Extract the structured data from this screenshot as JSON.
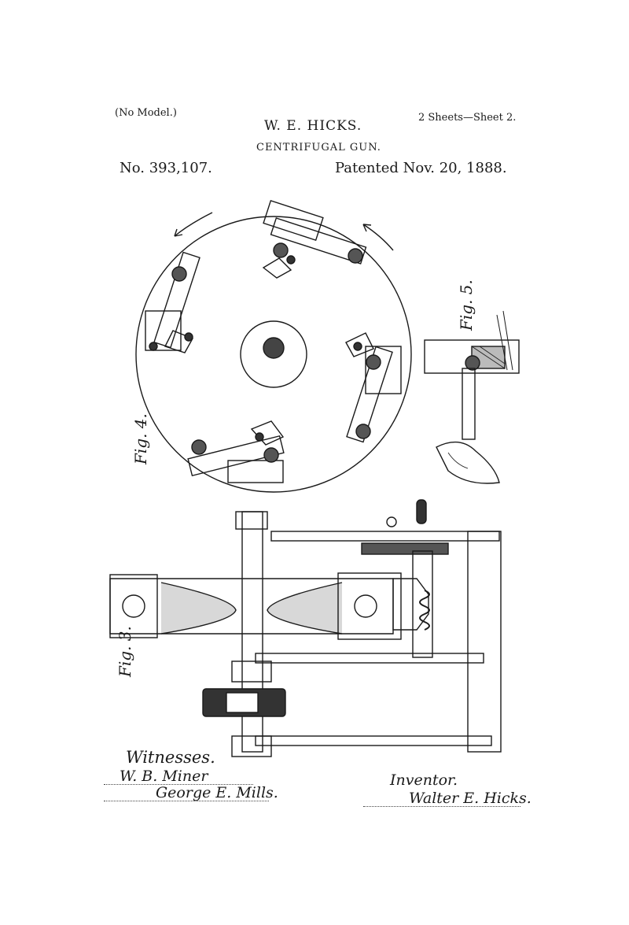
{
  "header": {
    "model_note": "(No Model.)",
    "sheet_info": "2 Sheets—Sheet 2.",
    "inventor": "W. E. HICKS.",
    "title": "CENTRIFUGAL GUN.",
    "patent_number": "No. 393,107.",
    "patent_date": "Patented Nov. 20, 1888."
  },
  "figures": {
    "fig4": "Fig. 4.",
    "fig5": "Fig. 5.",
    "fig3": "Fig. 3."
  },
  "witnesses": {
    "label": "Witnesses.",
    "names": [
      "W. B. Miner",
      "George E. Mills."
    ]
  },
  "inventor_block": {
    "label": "Inventor.",
    "signature": "Walter E. Hicks."
  }
}
